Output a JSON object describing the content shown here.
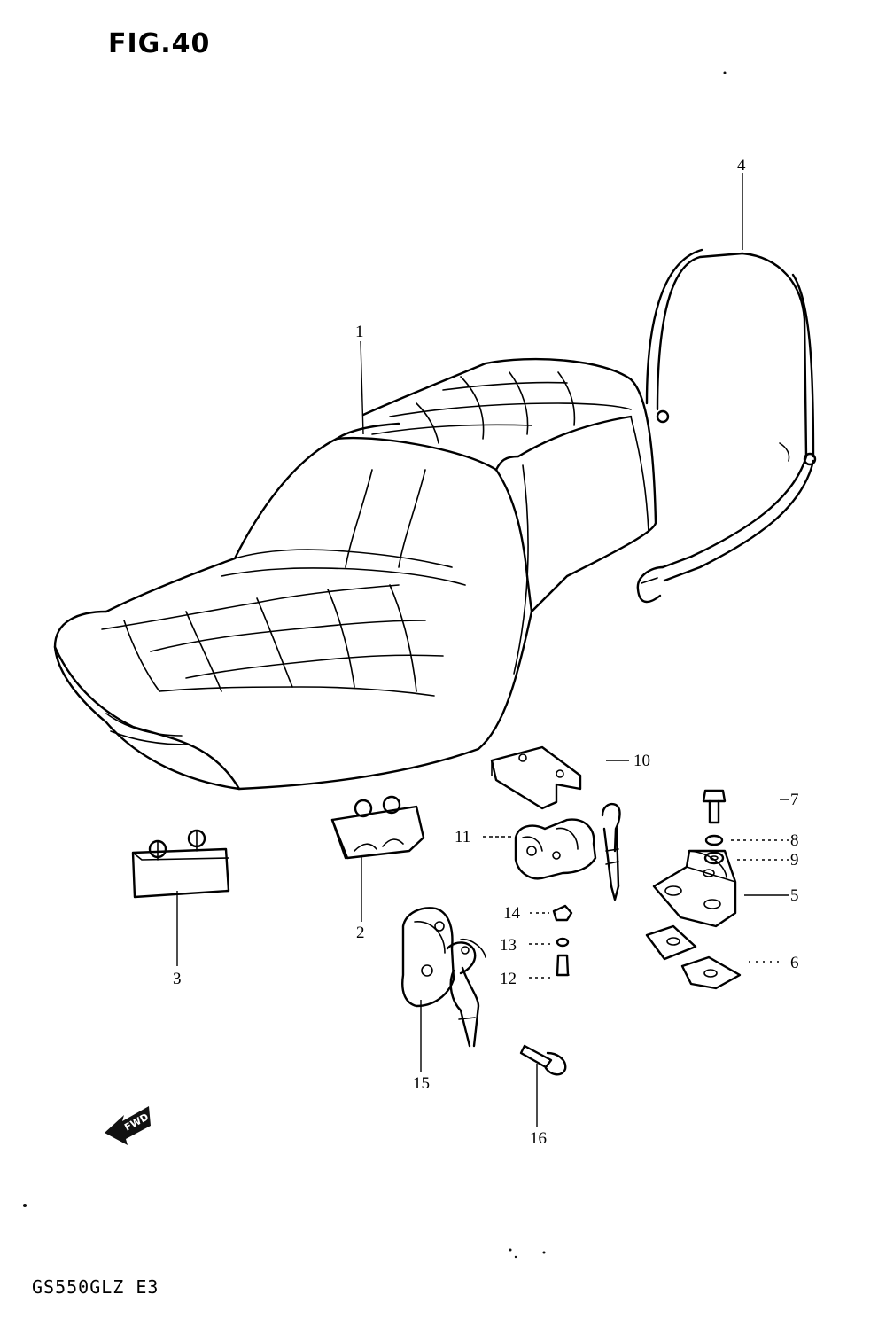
{
  "figure_title": "FIG.40",
  "model_code": "GS550GLZ E3",
  "fwd_label": "FWD",
  "callouts": [
    "1",
    "2",
    "3",
    "4",
    "5",
    "6",
    "7",
    "8",
    "9",
    "10",
    "11",
    "12",
    "13",
    "14",
    "15",
    "16"
  ]
}
